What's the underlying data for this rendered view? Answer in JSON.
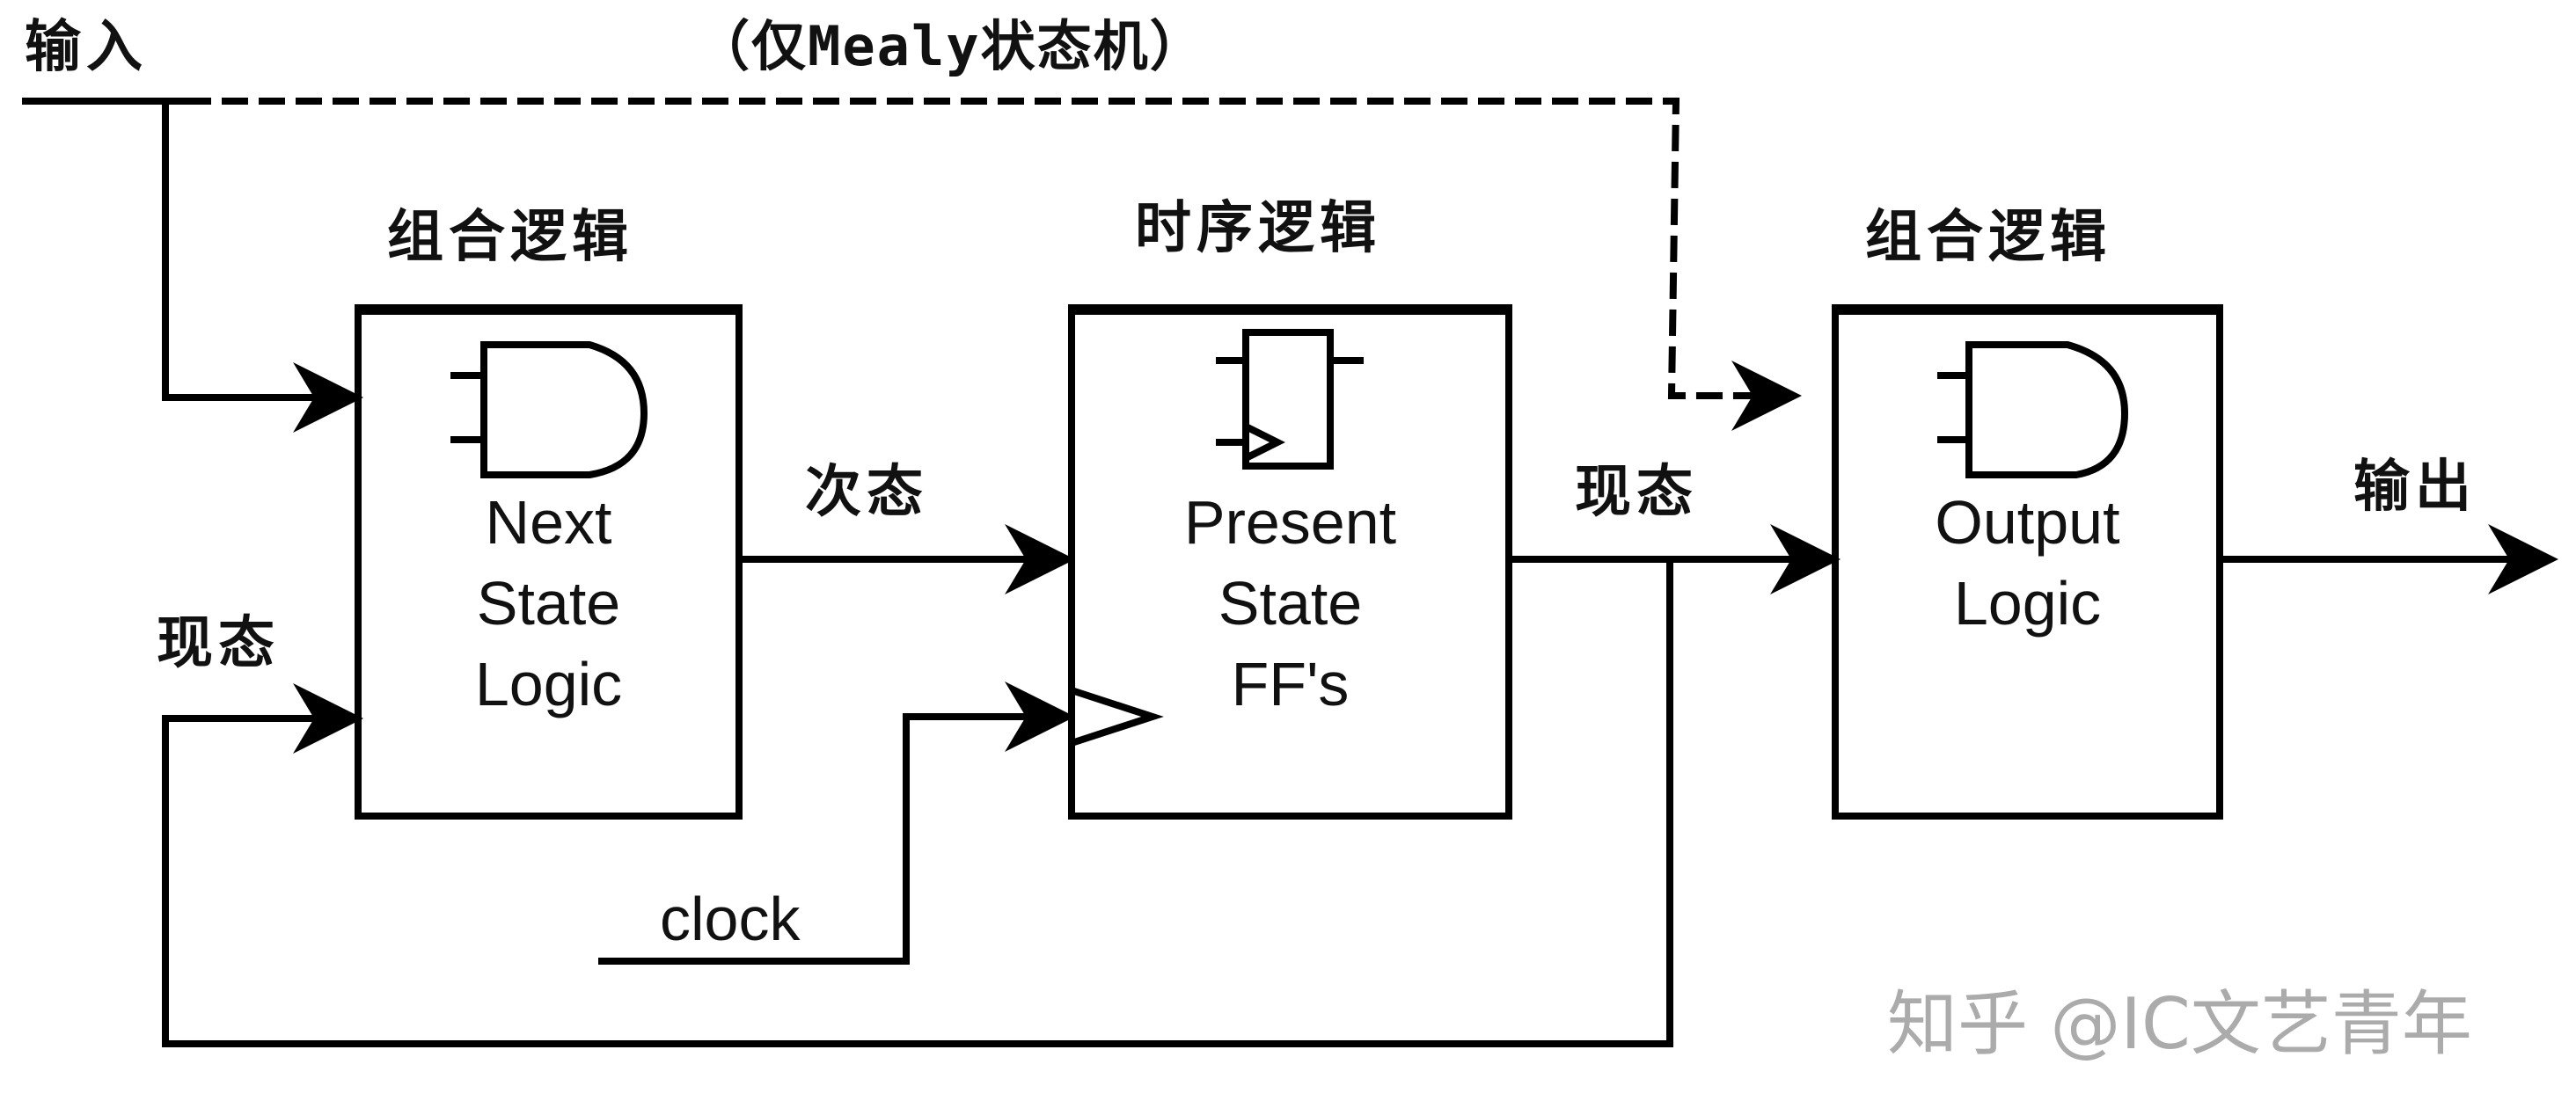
{
  "diagram": {
    "title_note": "（仅Mealy状态机）",
    "input_label": "输入",
    "output_label": "输出",
    "next_state_label": "次态",
    "present_state_label_top": "现态",
    "present_state_label_left": "现态",
    "clock_label": "clock",
    "blocks": [
      {
        "category": "组合逻辑",
        "lines": [
          "Next",
          "State",
          "Logic"
        ],
        "symbol": "and-gate"
      },
      {
        "category": "时序逻辑",
        "lines": [
          "Present",
          "State",
          "FF's"
        ],
        "symbol": "flip-flop"
      },
      {
        "category": "组合逻辑",
        "lines": [
          "Output",
          "Logic"
        ],
        "symbol": "and-gate"
      }
    ],
    "watermark": "知乎 @IC文艺青年"
  }
}
